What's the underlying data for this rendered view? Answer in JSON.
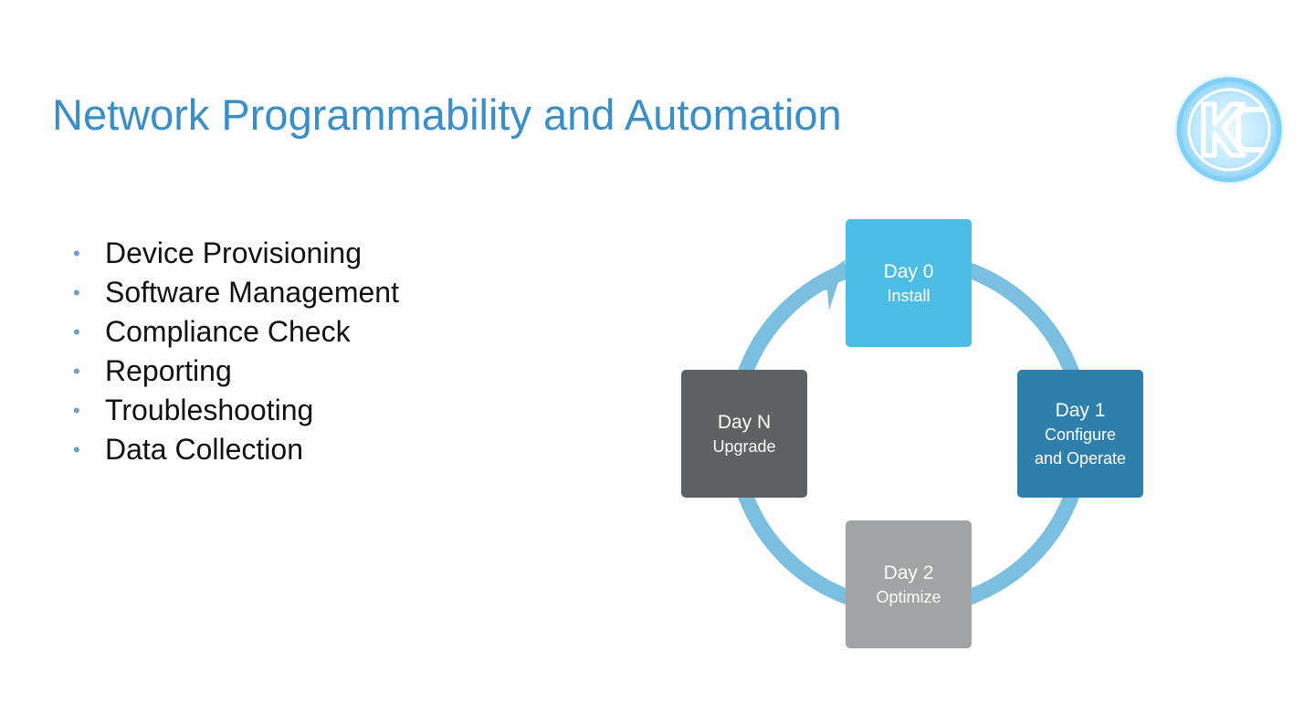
{
  "title": "Network Programmability and Automation",
  "logo": {
    "text": "KC",
    "icon": "kc-logo-icon"
  },
  "bullets": [
    "Device Provisioning",
    "Software Management",
    "Compliance Check",
    "Reporting",
    "Troubleshooting",
    "Data Collection"
  ],
  "cycle": {
    "ring_color": "#7bbfe0",
    "stages": [
      {
        "day": "Day 0",
        "desc": "Install",
        "color": "#4bbde4"
      },
      {
        "day": "Day 1",
        "desc": "Configure\nand Operate",
        "color": "#2e7fac"
      },
      {
        "day": "Day 2",
        "desc": "Optimize",
        "color": "#a1a3a4"
      },
      {
        "day": "Day N",
        "desc": "Upgrade",
        "color": "#5e6163"
      }
    ]
  }
}
